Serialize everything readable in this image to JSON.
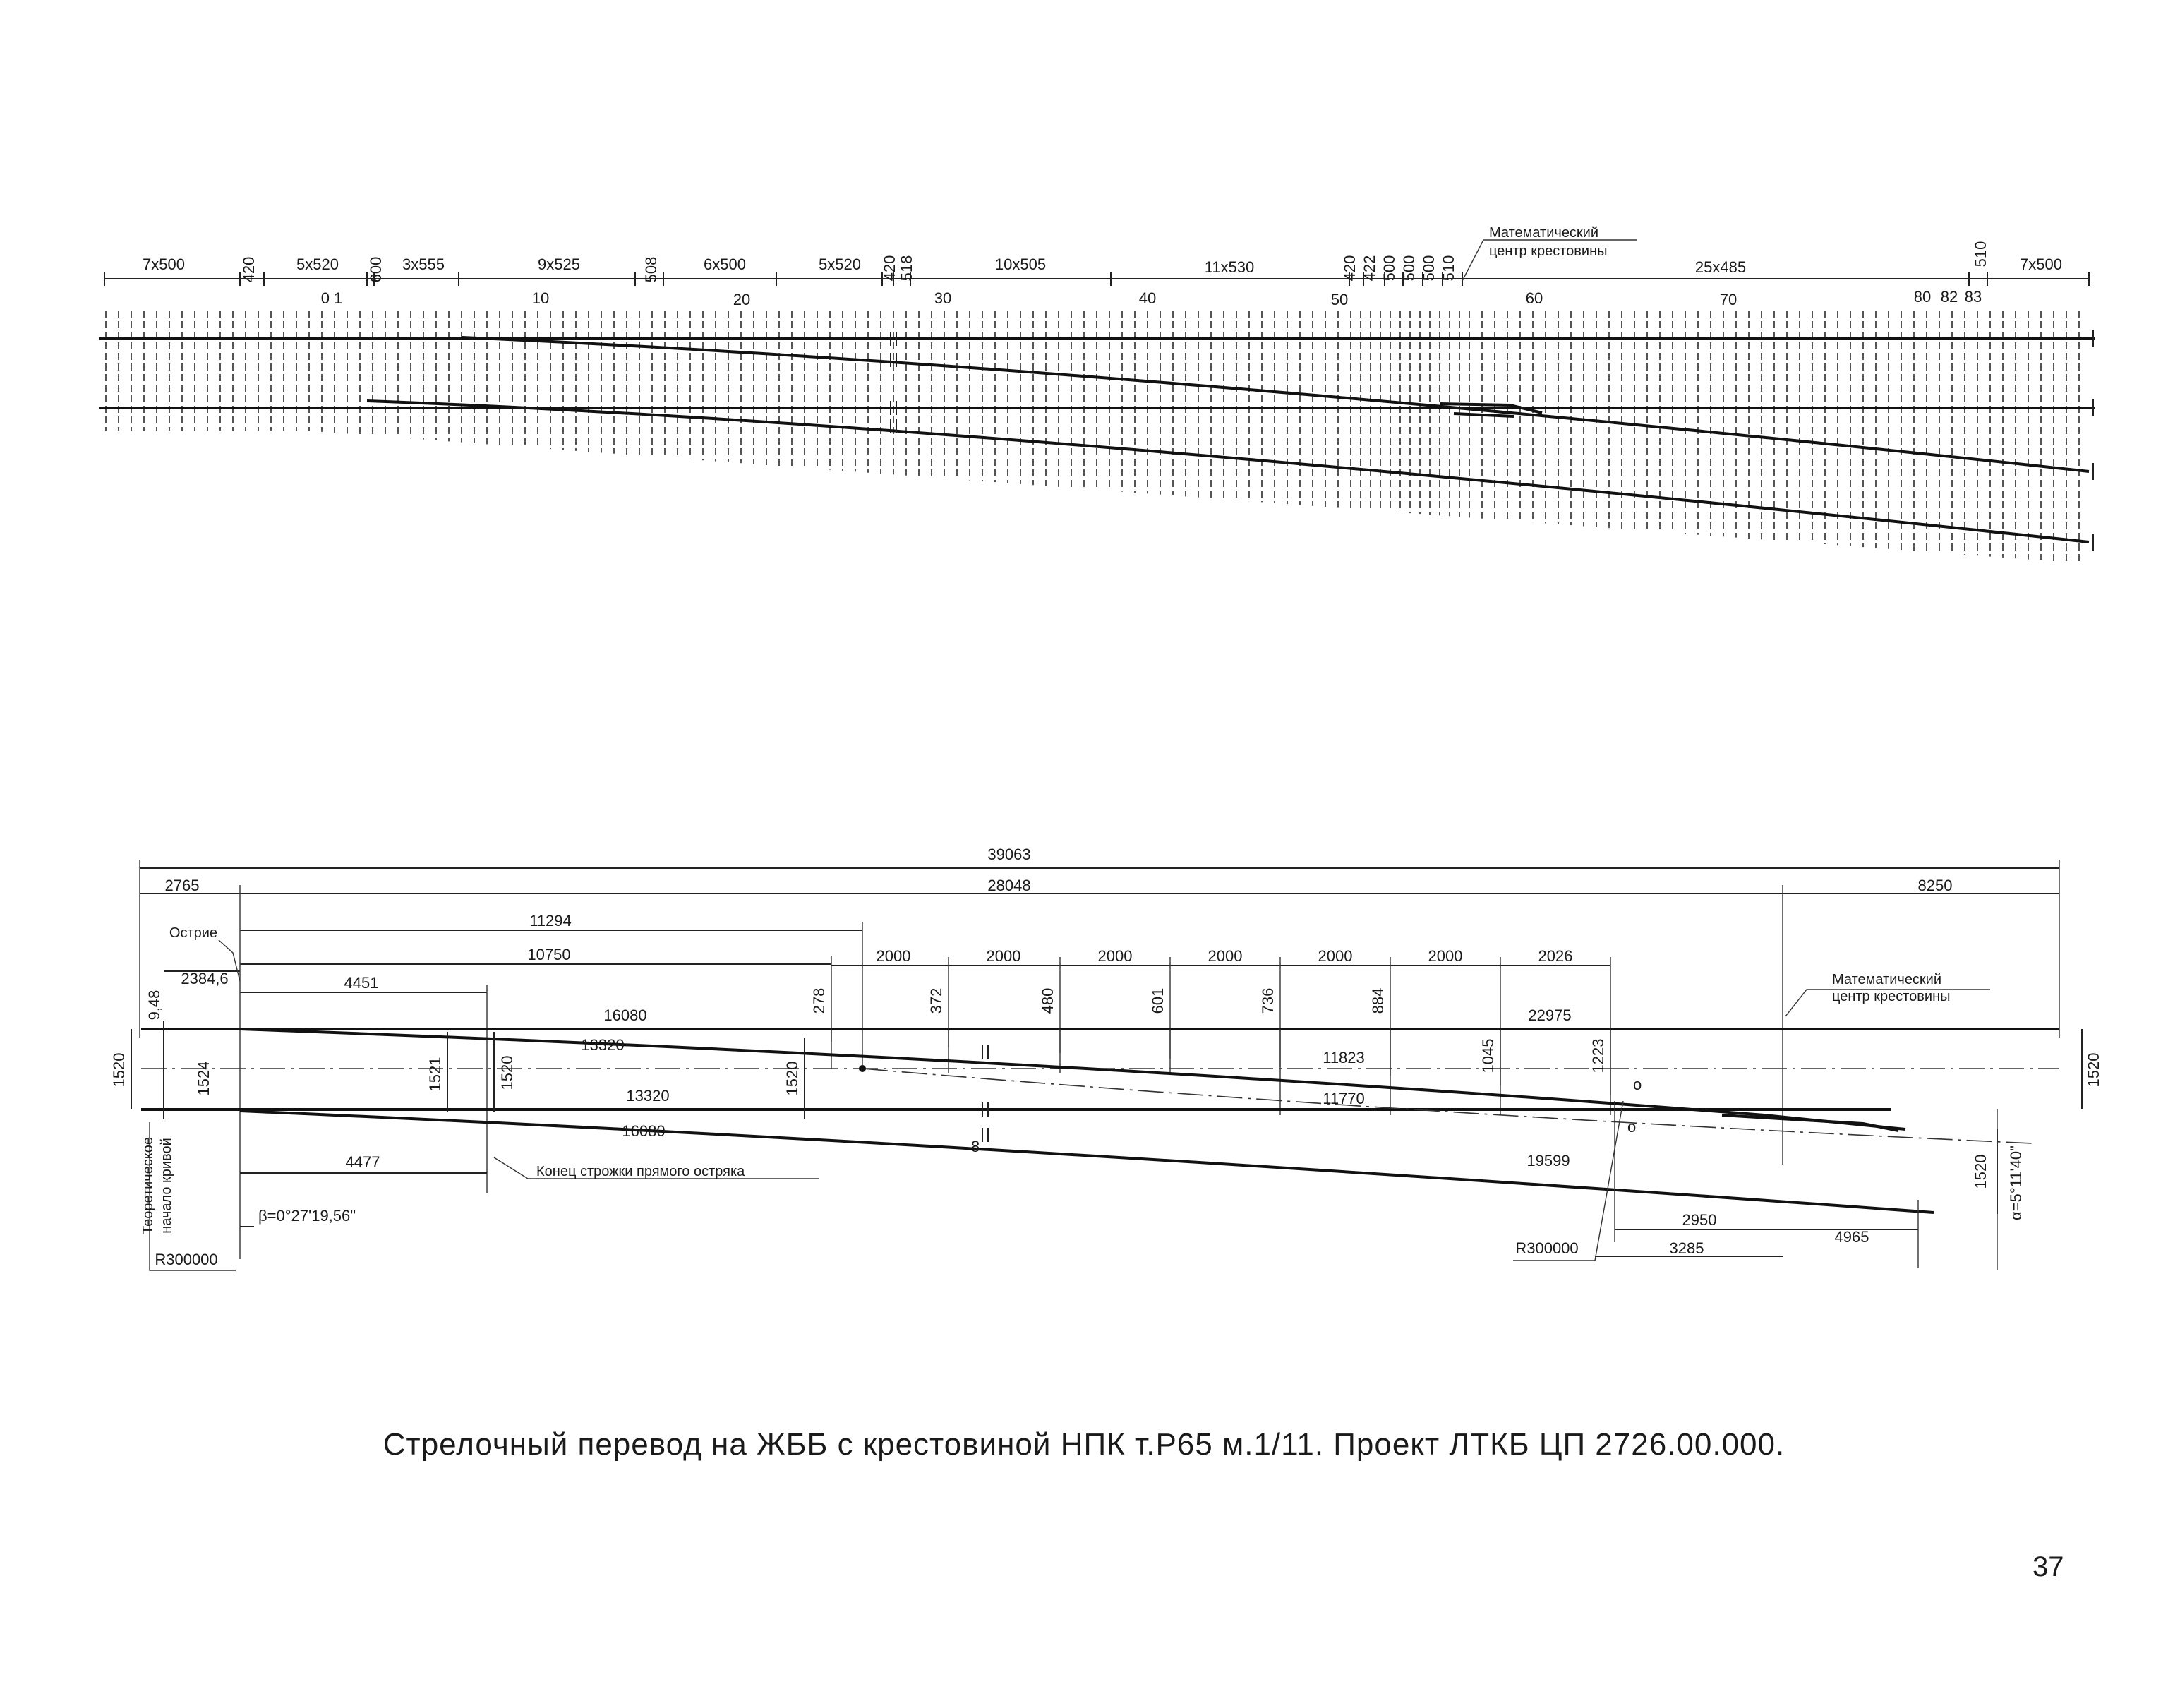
{
  "top_drawing": {
    "tie_spacings": [
      "7x500",
      "420",
      "5x520",
      "600",
      "3x555",
      "9x525",
      "508",
      "6x500",
      "5x520",
      "420",
      "518",
      "10x505",
      "11x530",
      "420",
      "422",
      "500",
      "500",
      "500",
      "510",
      "25x485",
      "510",
      "7x500"
    ],
    "tie_numbers": [
      "0 1",
      "10",
      "20",
      "30",
      "40",
      "50",
      "60",
      "70",
      "80",
      "82",
      "83"
    ],
    "math_center_label_line1": "Математический",
    "math_center_label_line2": "центр крестовины"
  },
  "bottom_drawing": {
    "total_length": "39063",
    "front_overhang": "2765",
    "theoretical_length": "28048",
    "rear_overhang": "8250",
    "dim_11294": "11294",
    "dim_10750": "10750",
    "dim_4451": "4451",
    "dim_2384": "2384,6",
    "dim_948": "9,48",
    "label_ostrie": "Острие",
    "ord_spacings": [
      "2000",
      "2000",
      "2000",
      "2000",
      "2000",
      "2000",
      "2026"
    ],
    "ordinates": [
      "278",
      "372",
      "480",
      "601",
      "736",
      "884",
      "1045",
      "1223"
    ],
    "lengths": {
      "l16080a": "16080",
      "l13320a": "13320",
      "l13320b": "13320",
      "l16080b": "16080",
      "l22975": "22975",
      "l11823": "11823",
      "l11770": "11770",
      "l19599": "19599"
    },
    "gauge_left": "1520",
    "gauge_left_2": "1524",
    "gauge_mid_1521": "1521",
    "gauge_mid_1520a": "1520",
    "gauge_mid_1520b": "1520",
    "gauge_right": "1520",
    "gauge_frog": "1520",
    "dim_4477": "4477",
    "label_konets": "Конец   строжки прямого остряка",
    "beta": "β=0°27'19,56\"",
    "alpha": "α=5°11'40\"",
    "radius_left": "R300000",
    "radius_right": "R300000",
    "dim_2950": "2950",
    "dim_3285": "3285",
    "dim_4965": "4965",
    "theory_label_line1": "Теоретическое",
    "theory_label_line2": "начало кривой",
    "math_center_line1": "Математический",
    "math_center_line2": "центр крестовины",
    "mark_o": "о",
    "mark_8": "8"
  },
  "caption": "Стрелочный перевод на ЖББ с крестовиной НПК т.Р65 м.1/11.  Проект ЛТКБ ЦП 2726.00.000.",
  "page_number": "37"
}
